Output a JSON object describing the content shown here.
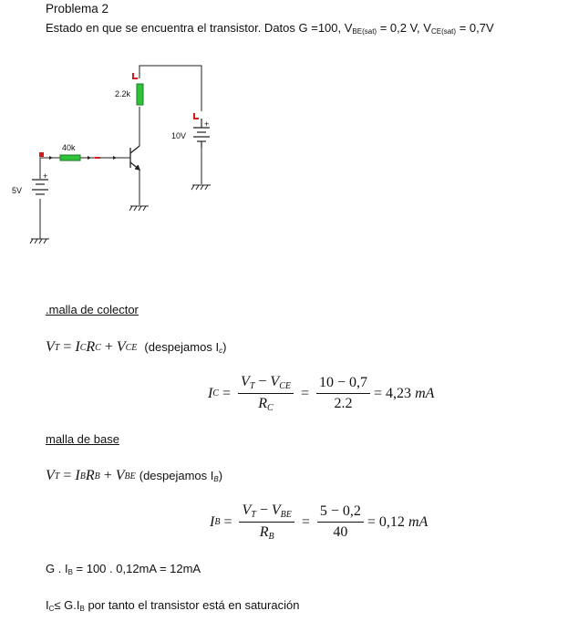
{
  "problem": {
    "title": "Problema 2",
    "subtitle_prefix": "Estado en que se encuentra el transistor. Datos  G =100, V",
    "vbe_sub": "BE(sat)",
    "vbe_val": " = 0,2 V, V",
    "vce_sub": "CE(sat)",
    "vce_val": " = 0,7V"
  },
  "circuit": {
    "rc_label": "2.2k",
    "rb_label": "40k",
    "vcc_label": "10V",
    "vbb_label": "5V",
    "plus": "+",
    "colors": {
      "resistor": "#2ec33a",
      "wire": "#222222",
      "probe": "#d21a1a"
    }
  },
  "collector": {
    "heading": ".malla de colector",
    "eq1": {
      "lhs": "V",
      "lhs_sub": "T",
      "r1": "I",
      "r1_sub": "C",
      "r2": "R",
      "r2_sub": "C",
      "r3": "V",
      "r3_sub": "CE",
      "plus": "+",
      "eq": "=",
      "note": "(despejamos I",
      "note_sub": "c",
      "note_end": ")"
    },
    "eq2": {
      "lhs": "I",
      "lhs_sub": "C",
      "num_a": "V",
      "num_a_sub": "T",
      "minus": "−",
      "num_b": "V",
      "num_b_sub": "CE",
      "den": "R",
      "den_sub": "C",
      "num2": "10 − 0,7",
      "den2": "2.2",
      "result": "= 4,23",
      "unit": "mA",
      "eq": "="
    }
  },
  "base": {
    "heading": "malla de base",
    "eq1": {
      "lhs": "V",
      "lhs_sub": "T",
      "r1": "I",
      "r1_sub": "B",
      "r2": "R",
      "r2_sub": "B",
      "r3": "V",
      "r3_sub": "BE",
      "plus": "+",
      "eq": "=",
      "note": "(despejamos I",
      "note_sub": "B",
      "note_end": ")"
    },
    "eq2": {
      "lhs": "I",
      "lhs_sub": "B",
      "num_a": "V",
      "num_a_sub": "T",
      "minus": "−",
      "num_b": "V",
      "num_b_sub": "BE",
      "den": "R",
      "den_sub": "B",
      "num2": "5 − 0,2",
      "den2": "40",
      "result": "= 0,12",
      "unit": "mA",
      "eq": "="
    }
  },
  "conclusion": {
    "gib_pre": "G . I",
    "gib_sub": "B",
    "gib_post": " =  100 . 0,12mA = 12mA",
    "final_pre": "I",
    "final_sub": "C",
    "final_mid": "≤ G.I",
    "final_sub2": "B",
    "final_post": "  por tanto el transistor está en saturación"
  }
}
